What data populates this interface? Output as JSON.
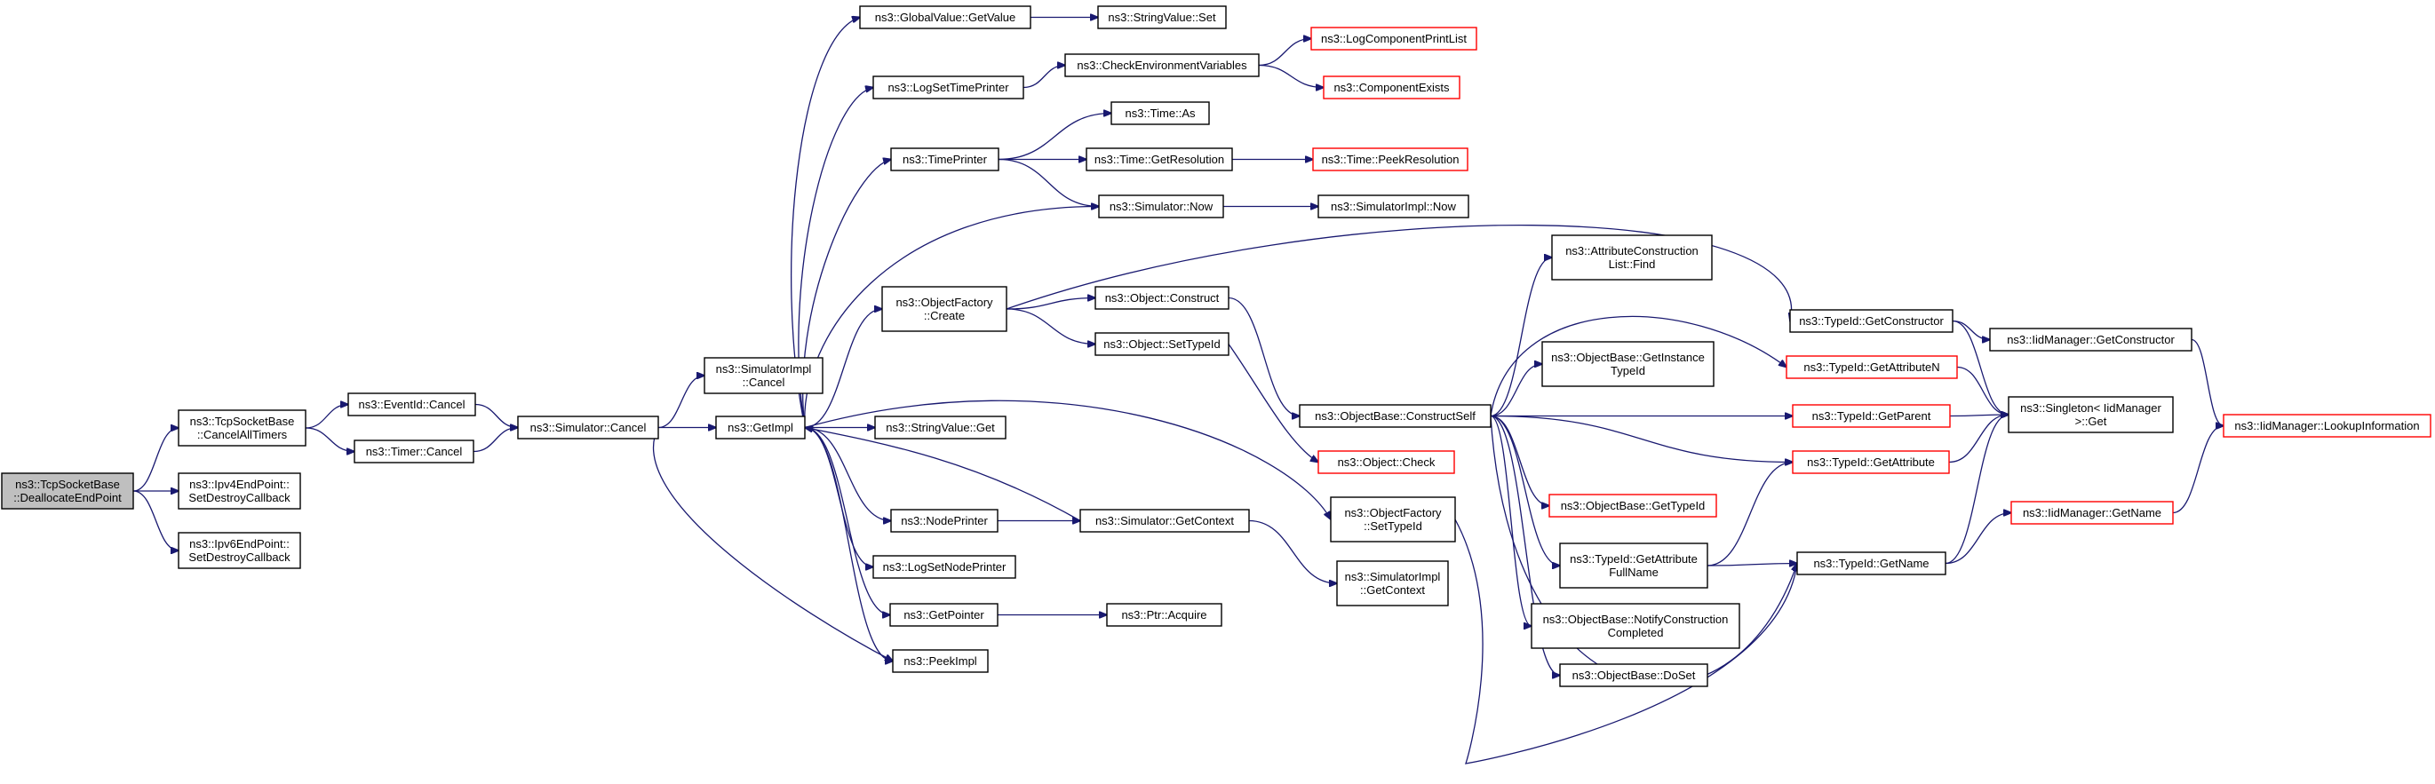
{
  "diagram": {
    "type": "call-graph",
    "nodes": [
      {
        "id": "root",
        "lines": [
          "ns3::TcpSocketBase",
          "::DeallocateEndPoint"
        ],
        "highlight": true
      },
      {
        "id": "cancelAllTimers",
        "lines": [
          "ns3::TcpSocketBase",
          "::CancelAllTimers"
        ]
      },
      {
        "id": "ipv4SetDestroy",
        "lines": [
          "ns3::Ipv4EndPoint::",
          "SetDestroyCallback"
        ]
      },
      {
        "id": "ipv6SetDestroy",
        "lines": [
          "ns3::Ipv6EndPoint::",
          "SetDestroyCallback"
        ]
      },
      {
        "id": "eventIdCancel",
        "lines": [
          "ns3::EventId::Cancel"
        ]
      },
      {
        "id": "timerCancel",
        "lines": [
          "ns3::Timer::Cancel"
        ]
      },
      {
        "id": "simulatorCancel",
        "lines": [
          "ns3::Simulator::Cancel"
        ]
      },
      {
        "id": "simImplCancel",
        "lines": [
          "ns3::SimulatorImpl",
          "::Cancel"
        ]
      },
      {
        "id": "getImpl",
        "lines": [
          "ns3::GetImpl"
        ]
      },
      {
        "id": "globalValueGetValue",
        "lines": [
          "ns3::GlobalValue::GetValue"
        ]
      },
      {
        "id": "stringValueSet",
        "lines": [
          "ns3::StringValue::Set"
        ]
      },
      {
        "id": "logSetTimePrinter",
        "lines": [
          "ns3::LogSetTimePrinter"
        ]
      },
      {
        "id": "checkEnvVars",
        "lines": [
          "ns3::CheckEnvironmentVariables"
        ]
      },
      {
        "id": "logComponentPrintList",
        "lines": [
          "ns3::LogComponentPrintList"
        ],
        "red": true
      },
      {
        "id": "componentExists",
        "lines": [
          "ns3::ComponentExists"
        ],
        "red": true
      },
      {
        "id": "timePrinter",
        "lines": [
          "ns3::TimePrinter"
        ]
      },
      {
        "id": "timeAs",
        "lines": [
          "ns3::Time::As"
        ]
      },
      {
        "id": "timeGetResolution",
        "lines": [
          "ns3::Time::GetResolution"
        ]
      },
      {
        "id": "timePeekResolution",
        "lines": [
          "ns3::Time::PeekResolution"
        ],
        "red": true
      },
      {
        "id": "simulatorNow",
        "lines": [
          "ns3::Simulator::Now"
        ]
      },
      {
        "id": "simImplNow",
        "lines": [
          "ns3::SimulatorImpl::Now"
        ]
      },
      {
        "id": "objectFactoryCreate",
        "lines": [
          "ns3::ObjectFactory",
          "::Create"
        ]
      },
      {
        "id": "objectConstruct",
        "lines": [
          "ns3::Object::Construct"
        ]
      },
      {
        "id": "objectSetTypeId",
        "lines": [
          "ns3::Object::SetTypeId"
        ]
      },
      {
        "id": "stringValueGet",
        "lines": [
          "ns3::StringValue::Get"
        ]
      },
      {
        "id": "nodePrinter",
        "lines": [
          "ns3::NodePrinter"
        ]
      },
      {
        "id": "logSetNodePrinter",
        "lines": [
          "ns3::LogSetNodePrinter"
        ]
      },
      {
        "id": "getPointer",
        "lines": [
          "ns3::GetPointer"
        ]
      },
      {
        "id": "peekImpl",
        "lines": [
          "ns3::PeekImpl"
        ]
      },
      {
        "id": "simulatorGetContext",
        "lines": [
          "ns3::Simulator::GetContext"
        ]
      },
      {
        "id": "ptrAcquire",
        "lines": [
          "ns3::Ptr::Acquire"
        ]
      },
      {
        "id": "attrConstructionListFind",
        "lines": [
          "ns3::AttributeConstruction",
          "List::Find"
        ]
      },
      {
        "id": "objectBaseConstructSelf",
        "lines": [
          "ns3::ObjectBase::ConstructSelf"
        ]
      },
      {
        "id": "objectBaseGetInstanceTypeId",
        "lines": [
          "ns3::ObjectBase::GetInstance",
          "TypeId"
        ]
      },
      {
        "id": "objectCheck",
        "lines": [
          "ns3::Object::Check"
        ],
        "red": true
      },
      {
        "id": "objectFactorySetTypeId",
        "lines": [
          "ns3::ObjectFactory",
          "::SetTypeId"
        ]
      },
      {
        "id": "simImplGetContext",
        "lines": [
          "ns3::SimulatorImpl",
          "::GetContext"
        ]
      },
      {
        "id": "objectBaseGetTypeId",
        "lines": [
          "ns3::ObjectBase::GetTypeId"
        ],
        "red": true
      },
      {
        "id": "typeIdGetAttributeFullName",
        "lines": [
          "ns3::TypeId::GetAttribute",
          "FullName"
        ]
      },
      {
        "id": "objectBaseNotifyConstructionCompleted",
        "lines": [
          "ns3::ObjectBase::NotifyConstruction",
          "Completed"
        ]
      },
      {
        "id": "objectBaseDoSet",
        "lines": [
          "ns3::ObjectBase::DoSet"
        ]
      },
      {
        "id": "typeIdGetConstructor",
        "lines": [
          "ns3::TypeId::GetConstructor"
        ]
      },
      {
        "id": "typeIdGetAttributeN",
        "lines": [
          "ns3::TypeId::GetAttributeN"
        ],
        "red": true
      },
      {
        "id": "typeIdGetParent",
        "lines": [
          "ns3::TypeId::GetParent"
        ],
        "red": true
      },
      {
        "id": "typeIdGetAttribute",
        "lines": [
          "ns3::TypeId::GetAttribute"
        ],
        "red": true
      },
      {
        "id": "typeIdGetName",
        "lines": [
          "ns3::TypeId::GetName"
        ]
      },
      {
        "id": "iidManagerGetConstructor",
        "lines": [
          "ns3::IidManager::GetConstructor"
        ]
      },
      {
        "id": "singletonGet",
        "lines": [
          "ns3::Singleton< IidManager",
          " >::Get"
        ]
      },
      {
        "id": "iidManagerGetName",
        "lines": [
          "ns3::IidManager::GetName"
        ],
        "red": true
      },
      {
        "id": "iidManagerLookupInformation",
        "lines": [
          "ns3::IidManager::LookupInformation"
        ],
        "red": true
      }
    ]
  }
}
